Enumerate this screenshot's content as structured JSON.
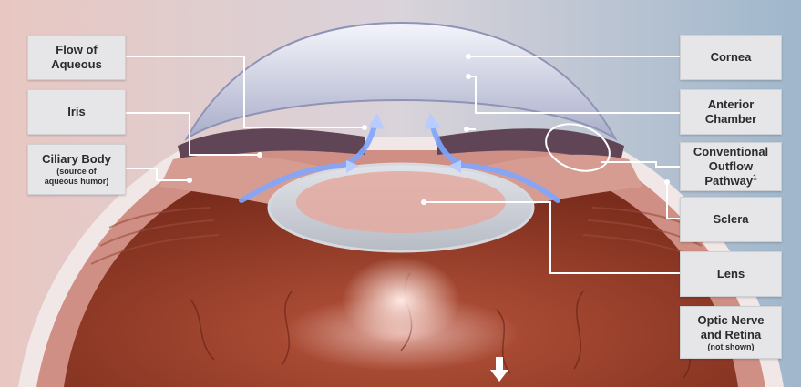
{
  "labels": {
    "flow_of_aqueous": {
      "line1": "Flow of",
      "line2": "Aqueous"
    },
    "iris": {
      "text": "Iris"
    },
    "ciliary_body": {
      "title": "Ciliary Body",
      "sub1": "(source of",
      "sub2": "aqueous humor)"
    },
    "cornea": {
      "text": "Cornea"
    },
    "anterior_chamber": {
      "line1": "Anterior",
      "line2": "Chamber"
    },
    "conventional_outflow": {
      "line1": "Conventional",
      "line2": "Outflow",
      "line3": "Pathway",
      "footnote": "1"
    },
    "sclera": {
      "text": "Sclera"
    },
    "lens": {
      "text": "Lens"
    },
    "optic_nerve": {
      "line1": "Optic Nerve",
      "line2": "and Retina",
      "note": "(not shown)"
    }
  },
  "colors": {
    "label_bg": "#e6e6e8",
    "leader_line": "#ffffff",
    "eye_interior": "#8e3a27",
    "cornea": "#c9cbe0",
    "flow_arrow": "#7fa6ff"
  }
}
